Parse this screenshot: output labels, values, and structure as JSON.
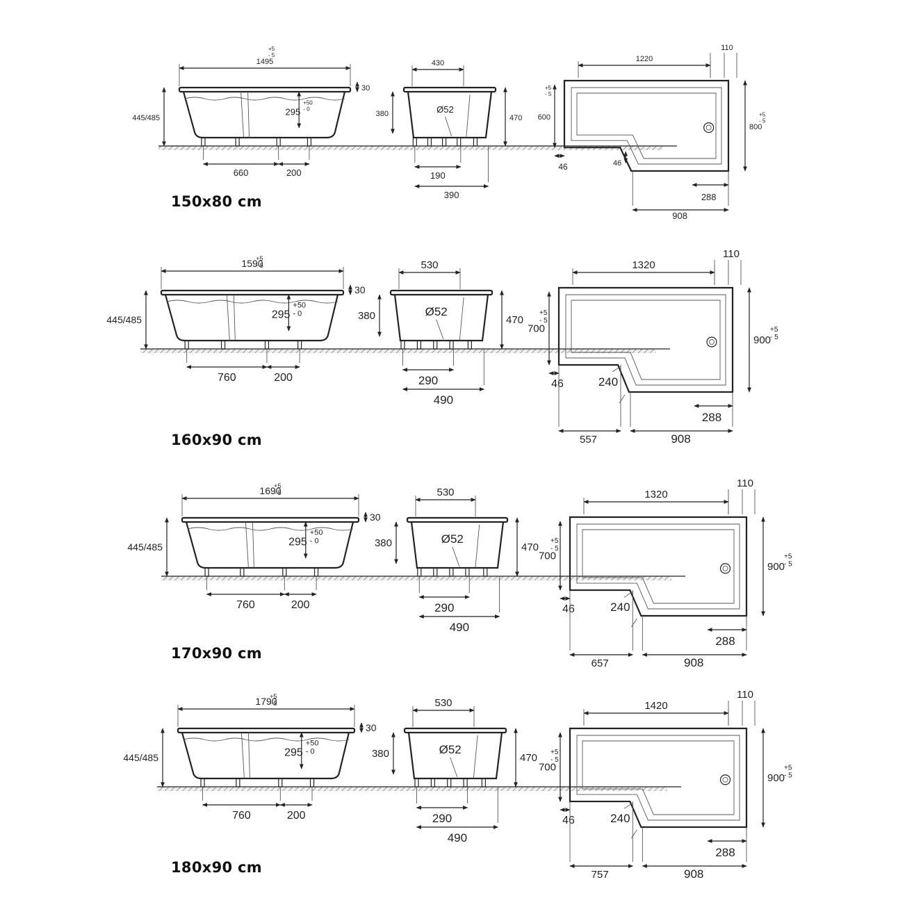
{
  "models": [
    {
      "size_label": "150x80 cm",
      "side": {
        "length": "1495",
        "tol_plus": "+5",
        "tol_minus": "- 5",
        "rim": "30",
        "height": "445/485",
        "outlet": "295",
        "outlet_tol_plus": "+50",
        "outlet_tol_minus": "- 0",
        "leg_spacing": "660",
        "leg_offset": "200"
      },
      "end": {
        "top": "430",
        "height_left": "380",
        "height_right": "470",
        "drain": "Ø52",
        "bottom_inner": "190",
        "bottom_outer": "390"
      },
      "plan": {
        "length": "1220",
        "offset": "110",
        "width_left": "600",
        "width_left_tol_plus": "+5",
        "width_left_tol_minus": "- 5",
        "width_right": "800",
        "width_right_tol_plus": "+5",
        "width_right_tol_minus": "- 5",
        "rim_left": "46",
        "rim_step": "46",
        "drain_offset": "288",
        "base_length": "908"
      }
    },
    {
      "size_label": "160x90 cm",
      "side": {
        "length": "1590",
        "tol": "+5/-5",
        "rim": "30",
        "height": "445/485",
        "outlet": "295",
        "outlet_tol_plus": "+50",
        "outlet_tol_minus": "- 0",
        "leg_spacing": "760",
        "leg_offset": "200"
      },
      "end": {
        "top": "530",
        "height_left": "380",
        "height_right": "470",
        "drain": "Ø52",
        "bottom_inner": "290",
        "bottom_outer": "490"
      },
      "plan": {
        "length": "1320",
        "offset": "110",
        "width_left": "700",
        "width_left_tol": "+5/-5",
        "width_right": "900",
        "width_right_tol": "+5/-5",
        "rim_left": "46",
        "step": "240",
        "drain_offset": "288",
        "narrow_length": "557",
        "base_length": "908"
      }
    },
    {
      "size_label": "170x90 cm",
      "side": {
        "length": "1690",
        "tol": "+5/-5",
        "rim": "30",
        "height": "445/485",
        "outlet": "295",
        "outlet_tol_plus": "+50",
        "outlet_tol_minus": "- 0",
        "leg_spacing": "760",
        "leg_offset": "200"
      },
      "end": {
        "top": "530",
        "height_left": "380",
        "height_right": "470",
        "drain": "Ø52",
        "bottom_inner": "290",
        "bottom_outer": "490"
      },
      "plan": {
        "length": "1320",
        "offset": "110",
        "width_left": "700",
        "width_left_tol": "+5/-5",
        "width_right": "900",
        "width_right_tol": "+5/-5",
        "rim_left": "46",
        "step": "240",
        "drain_offset": "288",
        "narrow_length": "657",
        "base_length": "908"
      }
    },
    {
      "size_label": "180x90 cm",
      "side": {
        "length": "1790",
        "tol": "+5/-5",
        "rim": "30",
        "height": "445/485",
        "outlet": "295",
        "outlet_tol_plus": "+50",
        "outlet_tol_minus": "- 0",
        "leg_spacing": "760",
        "leg_offset": "200"
      },
      "end": {
        "top": "530",
        "height_left": "380",
        "height_right": "470",
        "drain": "Ø52",
        "bottom_inner": "290",
        "bottom_outer": "490"
      },
      "plan": {
        "length": "1420",
        "offset": "110",
        "width_left": "700",
        "width_left_tol": "+5/-5",
        "width_right": "900",
        "width_right_tol": "+5/-5",
        "rim_left": "46",
        "step": "240",
        "drain_offset": "288",
        "narrow_length": "757",
        "base_length": "908"
      }
    }
  ]
}
